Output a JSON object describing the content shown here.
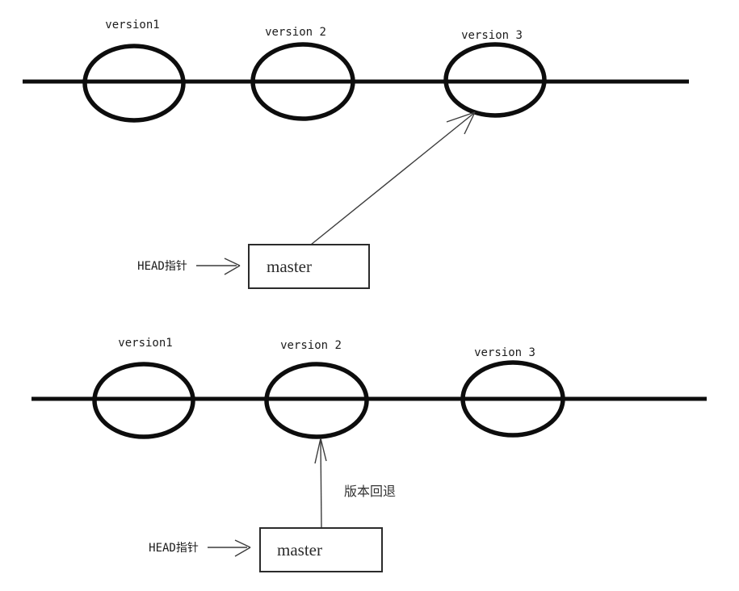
{
  "top_diagram": {
    "description": "commit timeline with HEAD pointing at version 3",
    "commit_labels": [
      "version1",
      "version 2",
      "version 3"
    ],
    "head_label": "HEAD指针",
    "branch_label": "master"
  },
  "bottom_diagram": {
    "description": "commit timeline after rollback, HEAD pointing at version 2",
    "commit_labels": [
      "version1",
      "version 2",
      "version 3"
    ],
    "head_label": "HEAD指针",
    "branch_label": "master",
    "arrow_label": "版本回退"
  },
  "colors": {
    "ink": "#0d0d0d",
    "thin_ink": "#3c3c3c",
    "box_border": "#2b2b2b",
    "background": "#ffffff"
  }
}
